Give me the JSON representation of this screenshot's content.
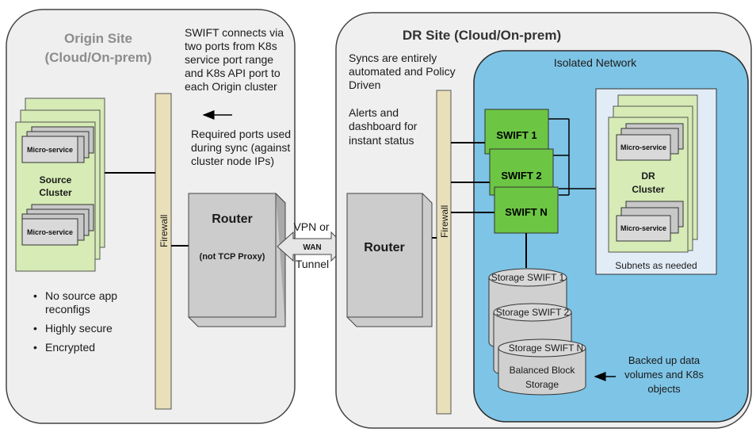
{
  "origin": {
    "title_line1": "Origin Site",
    "title_line2": "(Cloud/On-prem)",
    "note_lines": [
      "SWIFT connects via",
      "two ports from K8s",
      "service port range",
      "and K8s API port to",
      "each Origin cluster"
    ],
    "ports_lines": [
      "Required ports used",
      "during sync (against",
      "cluster node IPs)"
    ],
    "microservice_label": "Micro-service",
    "cluster_line1": "Source",
    "cluster_line2": "Cluster",
    "firewall_label": "Firewall",
    "router_label": "Router",
    "router_sub": "(not TCP Proxy)",
    "bullets": [
      "No source app",
      "reconfigs",
      "Highly secure",
      "Encrypted"
    ]
  },
  "tunnel": {
    "line1": "VPN or",
    "wan": "WAN",
    "line2": "Tunnel"
  },
  "dr": {
    "title": "DR Site (Cloud/On-prem)",
    "note1_lines": [
      "Syncs are entirely",
      "automated and Policy",
      "Driven"
    ],
    "note2_lines": [
      "Alerts and",
      "dashboard for",
      "instant status"
    ],
    "router_label": "Router",
    "firewall_label": "Firewall",
    "isolated_title": "Isolated Network",
    "swifts": [
      "SWIFT 1",
      "SWIFT 2",
      "SWIFT N"
    ],
    "microservice_label": "Micro-service",
    "cluster_line1": "DR",
    "cluster_line2": "Cluster",
    "subnets_label": "Subnets as needed",
    "storage": [
      "Storage SWIFT 1",
      "Storage SWIFT 2",
      "Storage SWIFT N"
    ],
    "balanced_line1": "Balanced Block",
    "balanced_line2": "Storage",
    "backup_lines": [
      "Backed up data",
      "volumes and K8s",
      "objects"
    ]
  },
  "colors": {
    "site_bg": "#efefef",
    "isolated_bg": "#7ec4e6",
    "cluster_green": "#d6ebb5",
    "swift_green": "#6cc644",
    "firewall": "#e9dfb9",
    "router": "#cccccc"
  }
}
